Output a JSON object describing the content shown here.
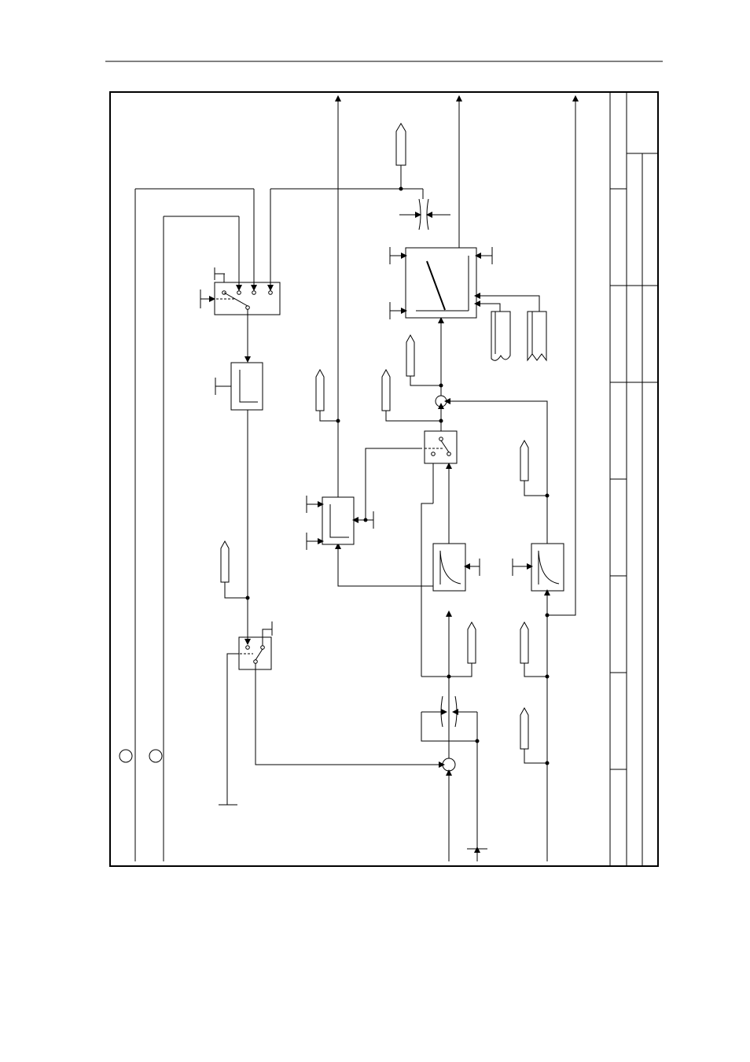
{
  "page": {
    "header_rule": true
  },
  "diagram": {
    "title": "",
    "labels": [],
    "colors": {
      "line": "#000000",
      "background": "#ffffff"
    },
    "symbols": [
      "switch-4-position",
      "limiter-block",
      "changeover-switch",
      "summing-junction",
      "ramp-block",
      "filter-block",
      "connector-tag",
      "limit-adjust-symbol"
    ]
  }
}
